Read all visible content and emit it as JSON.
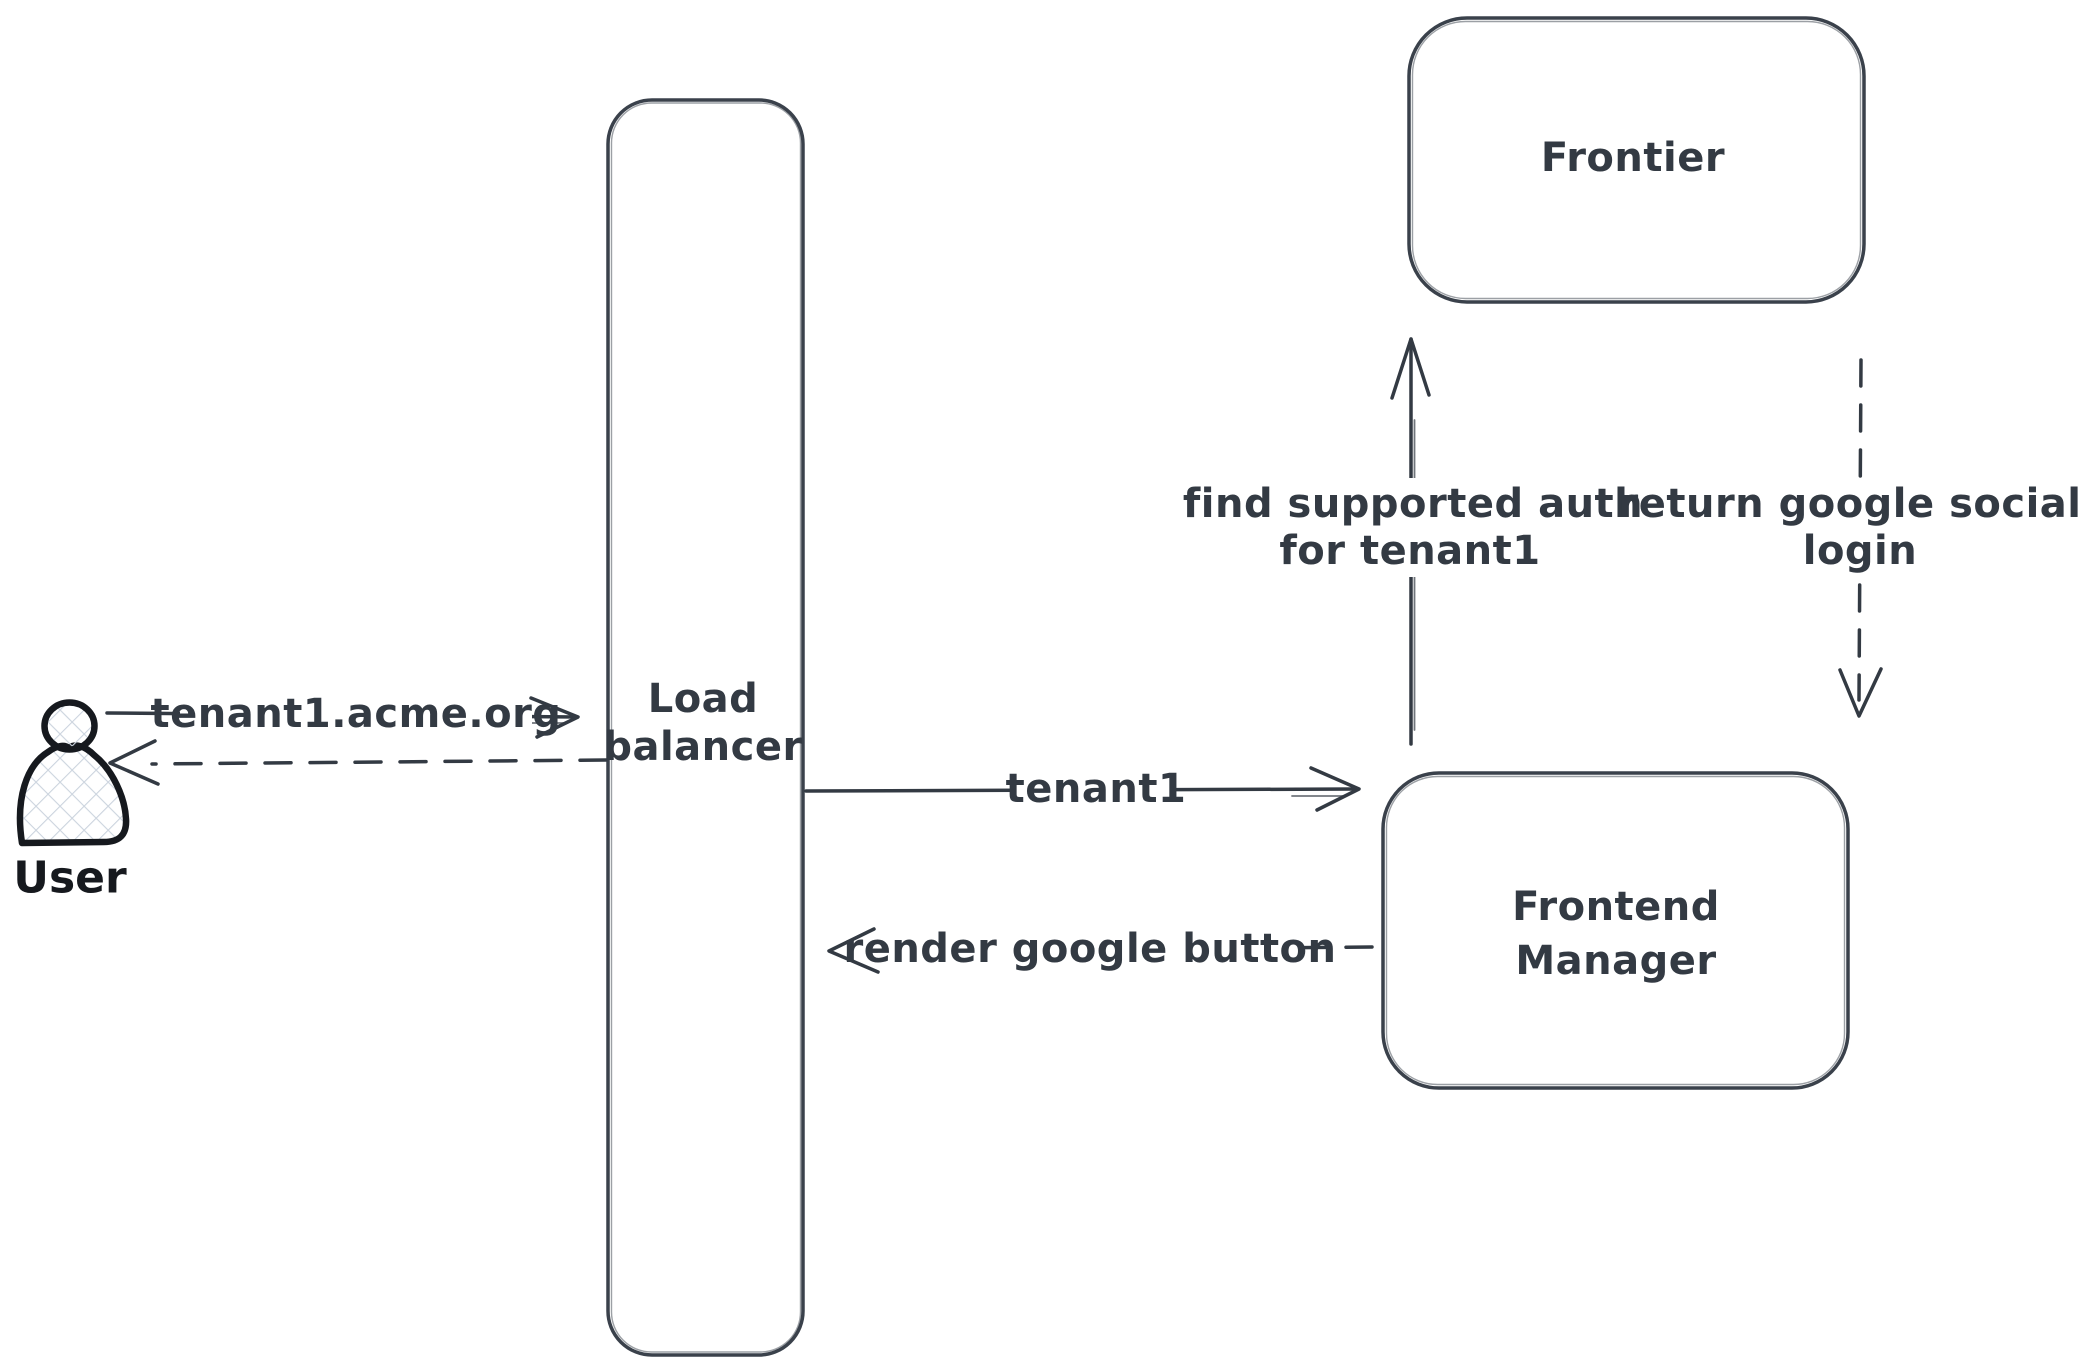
{
  "colors": {
    "background": "#ffffff",
    "diagram_stroke": "#333a43",
    "actor_stroke": "#16191e",
    "actor_fill_hatch": "#ccd4de"
  },
  "actor": {
    "icon": "person-icon",
    "label": "User"
  },
  "nodes": {
    "load_balancer": {
      "label_line1": "Load",
      "label_line2": "balancer"
    },
    "frontier": {
      "label": "Frontier"
    },
    "frontend_manager": {
      "label_line1": "Frontend",
      "label_line2": "Manager"
    }
  },
  "arrows": {
    "user_to_lb": {
      "label": "tenant1.acme.org",
      "style": "solid",
      "direction": "right"
    },
    "lb_to_user": {
      "label": "",
      "style": "dashed",
      "direction": "left"
    },
    "lb_to_fm": {
      "label": "tenant1",
      "style": "solid",
      "direction": "right"
    },
    "fm_to_lb": {
      "label": "render google button",
      "style": "dashed",
      "direction": "left"
    },
    "fm_to_frontier": {
      "label_line1": "find supported auth",
      "label_line2": "for tenant1",
      "style": "solid",
      "direction": "up"
    },
    "frontier_to_fm": {
      "label_line1": "return google social",
      "label_line2": "login",
      "style": "dashed",
      "direction": "down"
    }
  }
}
